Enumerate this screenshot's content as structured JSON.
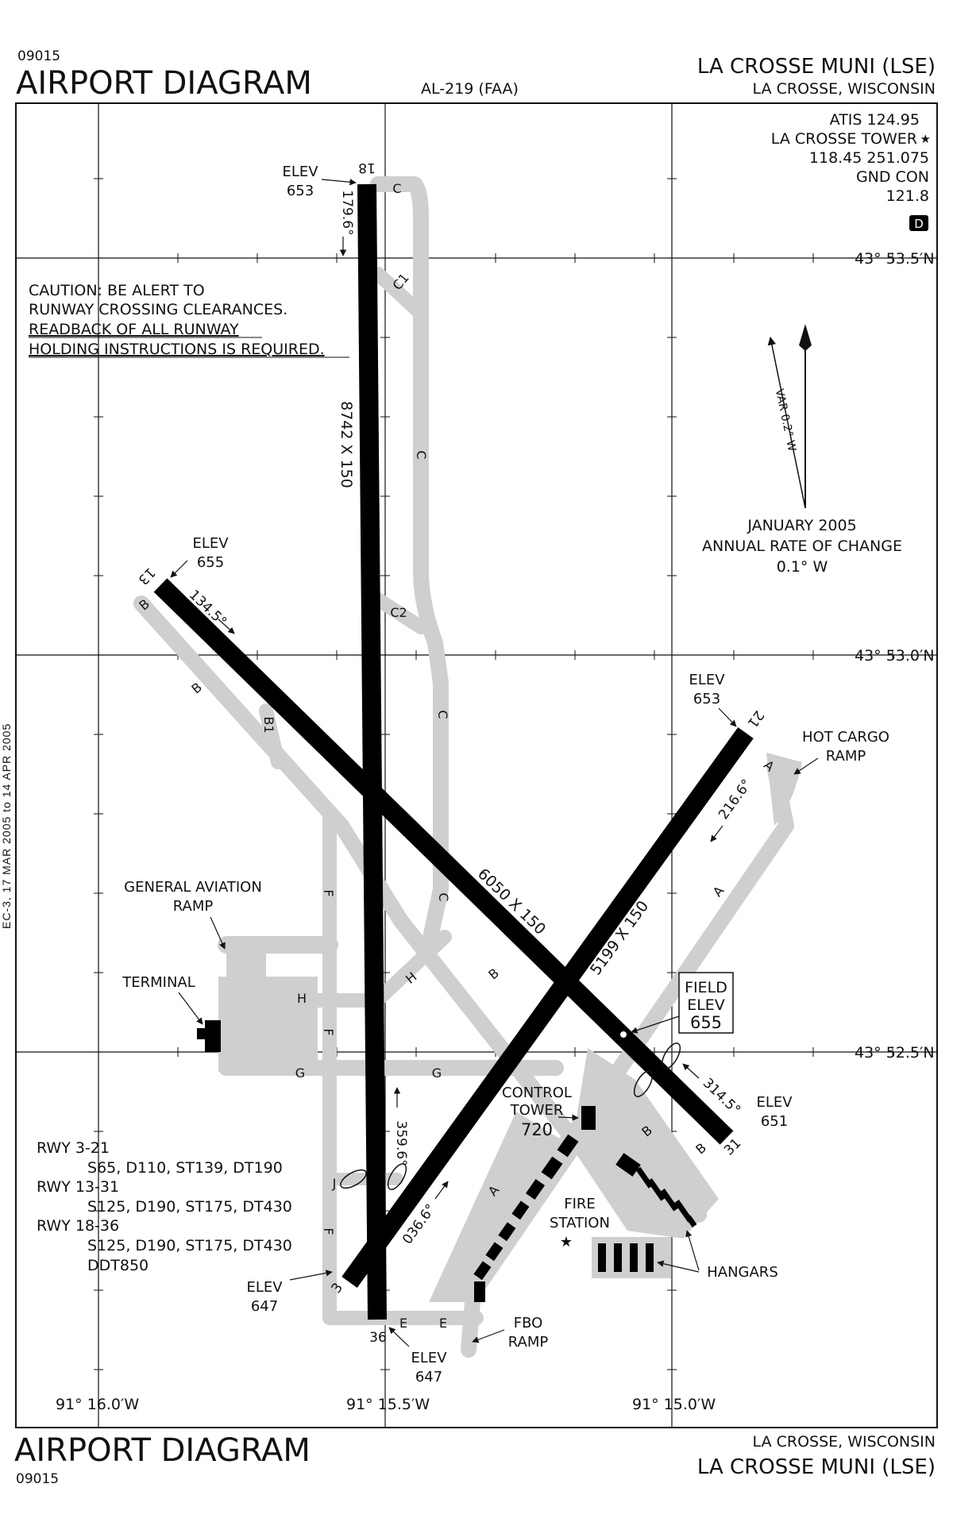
{
  "header": {
    "chart_number": "09015",
    "title": "AIRPORT DIAGRAM",
    "procedure_id": "AL-219 (FAA)",
    "airport_name": "LA CROSSE MUNI (LSE)",
    "city": "LA CROSSE, WISCONSIN"
  },
  "footer": {
    "title": "AIRPORT DIAGRAM",
    "chart_number": "09015",
    "city": "LA CROSSE, WISCONSIN",
    "airport_name": "LA CROSSE MUNI (LSE)"
  },
  "side_strip": "EC-3, 17 MAR 2005 to 14 APR 2005",
  "comms": {
    "atis": "ATIS  124.95",
    "tower": "LA CROSSE TOWER",
    "tower_star": "★",
    "tower_freqs": "118.45  251.075",
    "gnd_con": "GND CON",
    "gnd_freq": "121.8",
    "dapt": "D"
  },
  "caution": {
    "line1": "CAUTION: BE ALERT TO",
    "line2": "RUNWAY CROSSING CLEARANCES.",
    "line3": "READBACK OF ALL RUNWAY",
    "line4": "HOLDING INSTRUCTIONS IS REQUIRED."
  },
  "magvar": {
    "var_label": "VAR 0.2° W",
    "line1": "JANUARY 2005",
    "line2": "ANNUAL RATE OF CHANGE",
    "line3": "0.1° W"
  },
  "grid": {
    "lat_labels": [
      "43° 53.5′N",
      "43° 53.0′N",
      "43° 52.5′N"
    ],
    "lon_labels": [
      "91° 16.0′W",
      "91° 15.5′W",
      "91° 15.0′W"
    ]
  },
  "runways": {
    "r18_36": {
      "end_a": "18",
      "end_b": "36",
      "dims": "8742 X 150",
      "hdg_a": "179.6°",
      "hdg_b": "359.6°"
    },
    "r13_31": {
      "end_a": "13",
      "end_b": "31",
      "dims": "6050 X 150",
      "hdg_a": "134.5°",
      "hdg_b": "314.5°"
    },
    "r3_21": {
      "end_a": "3",
      "end_b": "21",
      "dims": "5199 X 150",
      "hdg_a": "036.6°",
      "hdg_b": "216.6°"
    }
  },
  "elevations": {
    "elev_label": "ELEV",
    "e18": "653",
    "e13": "655",
    "e21": "653",
    "e31": "651",
    "e3": "647",
    "e36": "647",
    "field_line1": "FIELD",
    "field_line2": "ELEV",
    "field_value": "655"
  },
  "taxiways": {
    "c": "C",
    "c1": "C1",
    "c2": "C2",
    "b": "B",
    "b1": "B1",
    "a": "A",
    "f": "F",
    "g": "G",
    "h": "H",
    "j": "J",
    "e": "E"
  },
  "labels": {
    "hot_cargo1": "HOT CARGO",
    "hot_cargo2": "RAMP",
    "ga1": "GENERAL AVIATION",
    "ga2": "RAMP",
    "terminal": "TERMINAL",
    "ctl1": "CONTROL",
    "ctl2": "TOWER",
    "ctl_elev": "720",
    "fire1": "FIRE",
    "fire2": "STATION",
    "hangars": "HANGARS",
    "fbo1": "FBO",
    "fbo2": "RAMP"
  },
  "declared": {
    "r1": "RWY  3-21",
    "r1d": "S65, D110, ST139, DT190",
    "r2": "RWY  13-31",
    "r2d": "S125, D190, ST175, DT430",
    "r3": "RWY  18-36",
    "r3d": "S125, D190, ST175, DT430",
    "r3e": "DDT850"
  }
}
